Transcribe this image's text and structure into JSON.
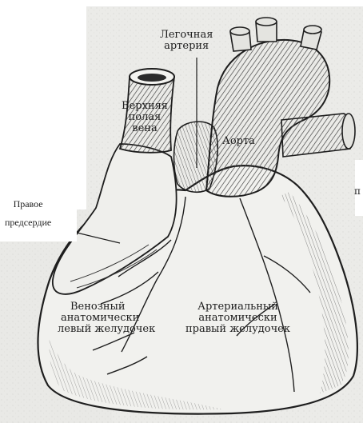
{
  "labels": {
    "pulmonary_artery": [
      "Легочная",
      "артерия"
    ],
    "superior_vena_cava": [
      "Верхняя",
      "полая",
      "вена"
    ],
    "aorta": "Аорта",
    "right_atrium": [
      "Правое",
      "предсердие"
    ],
    "venous_left_ventricle": [
      "Венозный",
      "анатомически",
      "левый желудочек"
    ],
    "arterial_right_ventricle": [
      "Артериальный",
      "анатомически",
      "правый желудочек"
    ],
    "edge_fragment": "п"
  },
  "colors": {
    "paper": "#ebebe8",
    "ink": "#1c1c1c",
    "page_white": "#ffffff"
  }
}
